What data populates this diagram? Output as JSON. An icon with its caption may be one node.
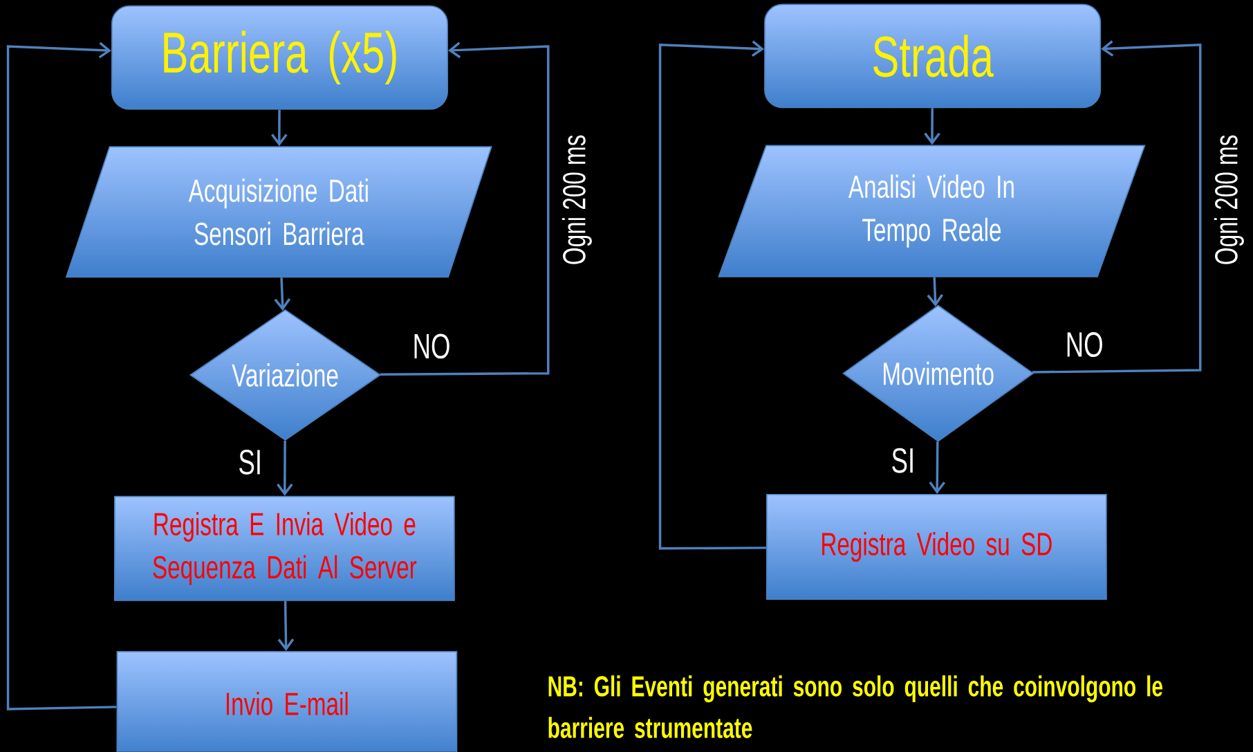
{
  "diagram": {
    "nodes": [
      {
        "text": [
          "Barriera (x5)"
        ]
      },
      {
        "text": [
          "Acquisizione Dati Sensori Barriera"
        ]
      },
      {
        "text": [
          "Variazione"
        ]
      },
      {
        "text": [
          "Registra E Invia Video e Sequenza Dati Al Server"
        ]
      },
      {
        "text": [
          "Invio E-mail"
        ]
      },
      {
        "text": [
          "Strada"
        ]
      },
      {
        "text": [
          "Analisi Video In Tempo Reale"
        ]
      },
      {
        "text": [
          "Movimento"
        ]
      },
      {
        "text": [
          "Registra Video su SD"
        ]
      }
    ],
    "edges": [
      {
        "from": 0,
        "to": 1,
        "arrow": "to"
      },
      {
        "from": 1,
        "to": 2,
        "arrow": "to"
      },
      {
        "from": 2,
        "to": 3,
        "arrow": "to",
        "label": "SI"
      },
      {
        "from": 2,
        "to": 0,
        "arrow": "to",
        "label": "NO"
      },
      {
        "from": 3,
        "to": 4,
        "arrow": "to"
      },
      {
        "from": 4,
        "to": 0,
        "arrow": "to"
      },
      {
        "from": 5,
        "to": 6,
        "arrow": "to"
      },
      {
        "from": 6,
        "to": 7,
        "arrow": "to"
      },
      {
        "from": 7,
        "to": 8,
        "arrow": "to",
        "label": "SI"
      },
      {
        "from": 7,
        "to": 5,
        "arrow": "to",
        "label": "NO"
      },
      {
        "from": 8,
        "to": 5,
        "arrow": "to"
      }
    ],
    "labels": [
      "Ogni 200 ms",
      "Ogni 200 ms",
      "NB: Gli Eventi generati sono solo quelli che coinvolgono le barriere strumentate"
    ]
  }
}
